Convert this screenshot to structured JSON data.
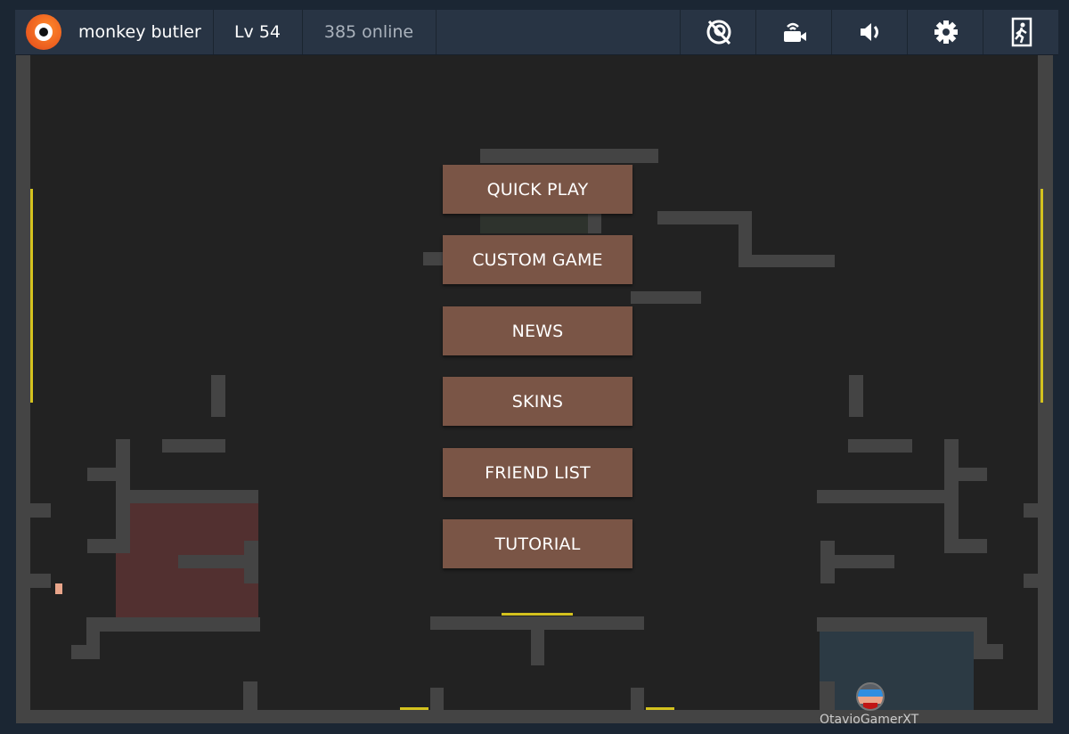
{
  "topbar": {
    "username": "monkey butler",
    "level": "Lv 54",
    "online": "385 online",
    "icons": [
      "hide-eye-icon",
      "camera-broadcast-icon",
      "volume-icon",
      "gear-icon",
      "exit-door-icon"
    ]
  },
  "menu": {
    "buttons": [
      {
        "label": "QUICK PLAY"
      },
      {
        "label": "CUSTOM GAME"
      },
      {
        "label": "NEWS"
      },
      {
        "label": "SKINS"
      },
      {
        "label": "FRIEND LIST"
      },
      {
        "label": "TUTORIAL"
      }
    ]
  },
  "player": {
    "name": "OtavioGamerXT"
  },
  "colors": {
    "button": "#7a5546",
    "wall": "#444444",
    "red_zone": "#523030",
    "blue_zone": "#2c3a44",
    "goal": "#d4c21e",
    "topbar": "#283444"
  }
}
